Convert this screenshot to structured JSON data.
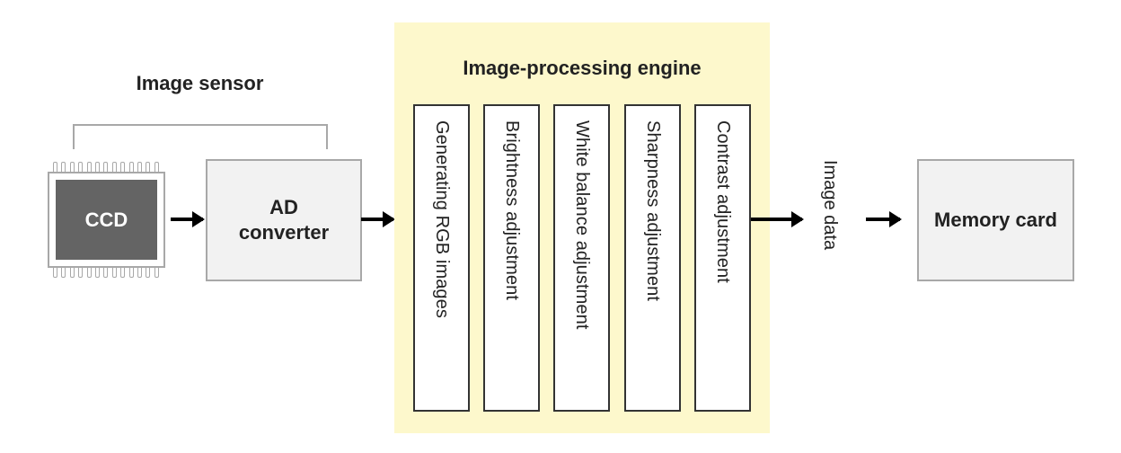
{
  "image_sensor": {
    "title": "Image sensor",
    "ccd_label": "CCD",
    "ad_converter_label": "AD\nconverter",
    "ad_converter_line1": "AD",
    "ad_converter_line2": "converter"
  },
  "engine": {
    "title": "Image-processing engine",
    "steps": [
      {
        "label": "Generating RGB images"
      },
      {
        "label": "Brightness adjustment"
      },
      {
        "label": "White balance adjustment"
      },
      {
        "label": "Sharpness adjustment"
      },
      {
        "label": "Contrast adjustment"
      }
    ],
    "background_color": "#fdf8cc"
  },
  "output": {
    "image_data_label": "Image data",
    "memory_card_label": "Memory card"
  },
  "colors": {
    "ccd_fill": "#646464",
    "box_fill": "#f2f2f2",
    "box_border": "#a8a8a8",
    "arrow": "#000000"
  }
}
